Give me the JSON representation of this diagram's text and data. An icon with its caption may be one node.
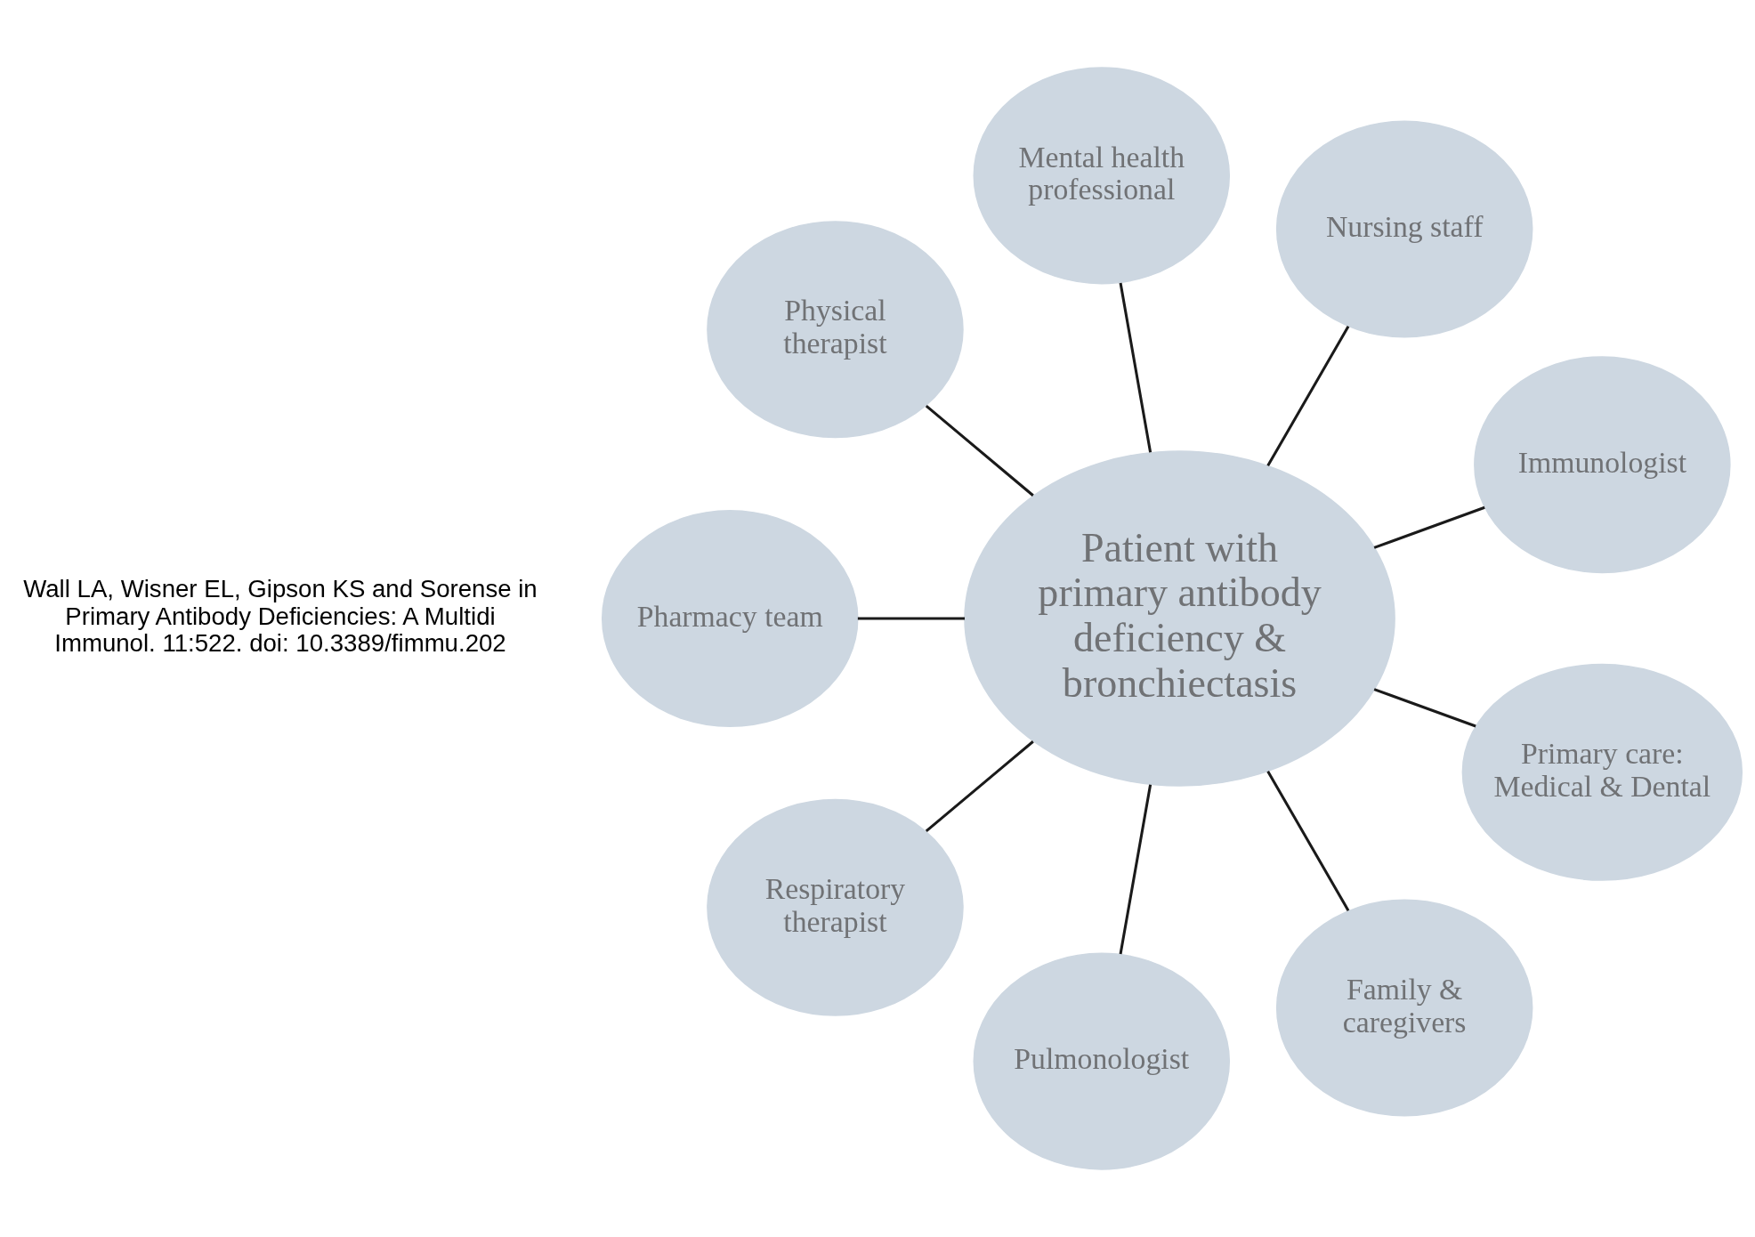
{
  "diagram": {
    "nodes": [
      {
        "text": [
          "Patient with primary antibody deficiency & bronchiectasis"
        ]
      },
      {
        "text": [
          "Immunologist"
        ]
      },
      {
        "text": [
          "Nursing staff"
        ]
      },
      {
        "text": [
          "Mental health professional"
        ]
      },
      {
        "text": [
          "Physical therapist"
        ]
      },
      {
        "text": [
          "Pharmacy team"
        ]
      },
      {
        "text": [
          "Respiratory therapist"
        ]
      },
      {
        "text": [
          "Pulmonologist"
        ]
      },
      {
        "text": [
          "Family & caregivers"
        ]
      },
      {
        "text": [
          "Primary care: Medical & Dental"
        ]
      }
    ],
    "edges": [
      {
        "from": 0,
        "to": 1,
        "arrow": "none"
      },
      {
        "from": 0,
        "to": 2,
        "arrow": "none"
      },
      {
        "from": 0,
        "to": 3,
        "arrow": "none"
      },
      {
        "from": 0,
        "to": 4,
        "arrow": "none"
      },
      {
        "from": 0,
        "to": 5,
        "arrow": "none"
      },
      {
        "from": 0,
        "to": 6,
        "arrow": "none"
      },
      {
        "from": 0,
        "to": 7,
        "arrow": "none"
      },
      {
        "from": 0,
        "to": 8,
        "arrow": "none"
      },
      {
        "from": 0,
        "to": 9,
        "arrow": "none"
      }
    ],
    "labels": [
      "Wall LA, Wisner EL, Gipson KS and Sorense in Primary Antibody Deficiencies: A Multidi Immunol. 11:522. doi: 10.3389/fimmu.202"
    ]
  }
}
